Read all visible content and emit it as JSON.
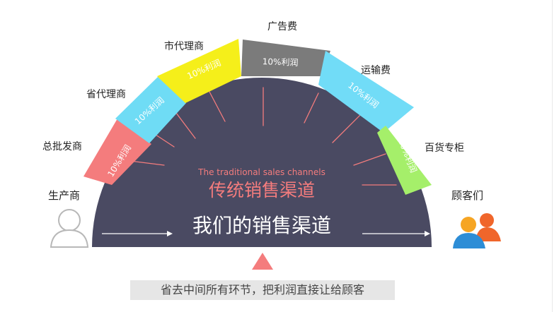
{
  "labels": {
    "producer": "生产商",
    "consumer": "顾客们"
  },
  "channel_segments": [
    {
      "name": "总批发商",
      "margin": "10%利润",
      "color": "#f47c7d"
    },
    {
      "name": "省代理商",
      "margin": "10%利润",
      "color": "#6fdcf5"
    },
    {
      "name": "市代理商",
      "margin": "10%利润",
      "color": "#f5ef1a"
    },
    {
      "name": "广告费",
      "margin": "10%利润",
      "color": "#7b7b7b"
    },
    {
      "name": "运输费",
      "margin": "10%利润",
      "color": "#71dcf7"
    },
    {
      "name": "百货专柜",
      "margin": "10%利润",
      "color": "#a5ef6a"
    }
  ],
  "dome": {
    "subtitle_en": "The traditional sales channels",
    "title_traditional": "传统销售渠道",
    "title_ours": "我们的销售渠道",
    "color": "#4a4a62",
    "accent": "#f47c7d"
  },
  "caption": "省去中间所有环节，把利润直接让给顾客"
}
